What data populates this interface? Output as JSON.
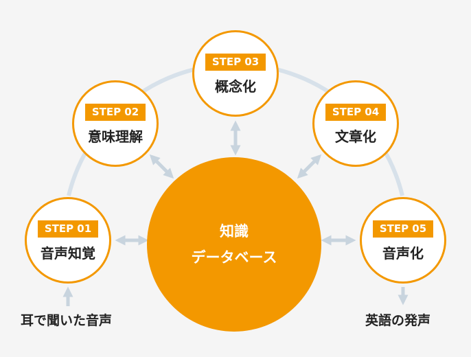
{
  "colors": {
    "accent": "#f39800",
    "arc": "#d7e1ea",
    "arrow": "#c8d4de",
    "text": "#222222",
    "background": "#f5f5f5"
  },
  "hub": {
    "line1": "知識",
    "line2": "データベース"
  },
  "steps": [
    {
      "badge": "STEP 01",
      "label": "音声知覚"
    },
    {
      "badge": "STEP 02",
      "label": "意味理解"
    },
    {
      "badge": "STEP 03",
      "label": "概念化"
    },
    {
      "badge": "STEP 04",
      "label": "文章化"
    },
    {
      "badge": "STEP 05",
      "label": "音声化"
    }
  ],
  "input_label": "耳で聞いた音声",
  "output_label": "英語の発声"
}
